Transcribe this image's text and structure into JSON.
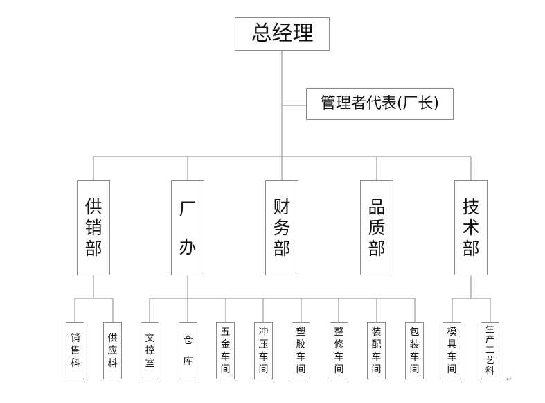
{
  "root": {
    "label": "总经理"
  },
  "representative": {
    "label": "管理者代表(厂长)"
  },
  "departments": [
    {
      "key": "sales",
      "label": "供销部"
    },
    {
      "key": "plant",
      "label": "厂办"
    },
    {
      "key": "finance",
      "label": "财务部"
    },
    {
      "key": "quality",
      "label": "品质部"
    },
    {
      "key": "tech",
      "label": "技术部"
    }
  ],
  "sections": {
    "sales": [
      "销售科",
      "供应科"
    ],
    "plant": [
      "文控室",
      "仓库",
      "五金车间",
      "冲压车间",
      "塑胶车间",
      "整修车间",
      "装配车间",
      "包装车间"
    ],
    "tech": [
      "模具车间",
      "生产工艺科"
    ]
  },
  "paragraph_mark": "↵"
}
